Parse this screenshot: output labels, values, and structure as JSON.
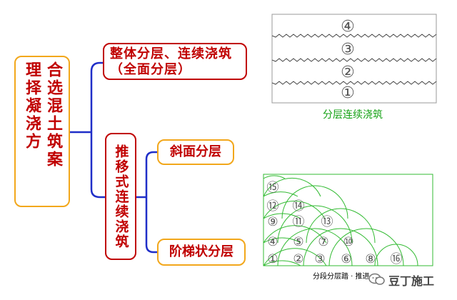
{
  "mindmap": {
    "root": {
      "col1": "合选混土筑案",
      "col2": "理择凝浇方"
    },
    "branch1": "整体分层、连续浇筑（全面分层）",
    "branch2": "推移式连续浇筑",
    "leaf1": "斜面分层",
    "leaf2": "阶梯状分层"
  },
  "figure1": {
    "caption": "分层连续浇筑",
    "layers": [
      "④",
      "③",
      "②",
      "①"
    ]
  },
  "figure2": {
    "caption": "分段分层踏 · 推进",
    "cells": [
      "⑮",
      "⑫",
      "⑭",
      "⑨",
      "⑪",
      "⑬",
      "④",
      "⑤",
      "⑦",
      "⑩",
      "①",
      "②",
      "③",
      "⑥",
      "⑧",
      "⑯"
    ]
  },
  "watermark": {
    "text": "豆丁施工"
  },
  "colors": {
    "red": "#c00000",
    "orange": "#f2a71b",
    "blue": "#1f2ec8",
    "green": "#13a113"
  },
  "icons": [
    "wechat-icon"
  ]
}
